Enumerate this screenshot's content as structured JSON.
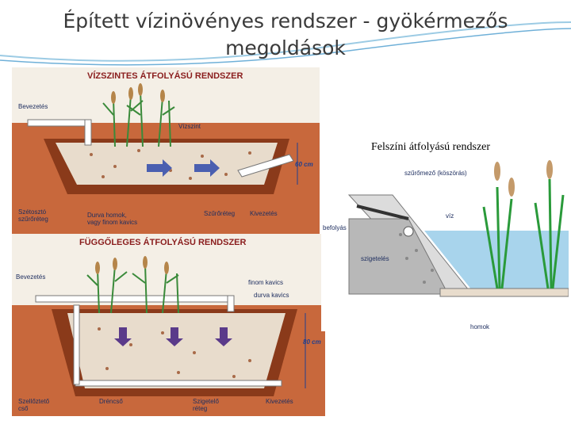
{
  "slide": {
    "title_line1": "Épített vízinövényes rendszer - gyökérmezős",
    "title_line2": "megoldások"
  },
  "horizontal": {
    "header": "VÍZSZINTES ÁTFOLYÁSÚ RENDSZER",
    "inlet": "Bevezetés",
    "water_level": "Vízszint",
    "depth": "60 cm",
    "distributor": "Szétosztó\nszűrőréteg",
    "sand": "Durva homok,\nvagy finom kavics",
    "filter_layer": "Szűrőréteg",
    "outlet": "Kivezetés"
  },
  "vertical": {
    "header": "FÜGGŐLEGES ÁTFOLYÁSÚ RENDSZER",
    "inlet": "Bevezetés",
    "fine_gravel": "finom kavics",
    "coarse_gravel": "durva kavics",
    "depth": "80 cm",
    "vent_pipe": "Szellőztető\ncső",
    "drain_pipe": "Dréncső",
    "insulation": "Szigetelő\nréteg",
    "outlet": "Kivezetés"
  },
  "surface": {
    "header": "Felszíni átfolyású rendszer",
    "filter_field": "szűrőmező (köszörás)",
    "water": "víz",
    "inflow": "befolyás",
    "insulation": "szigetelés",
    "sand": "homok"
  },
  "colors": {
    "soil_dark": "#8a3a1a",
    "soil_light": "#c8683c",
    "gravel": "#e8dccc",
    "water": "#a8d4ec",
    "plant_green": "#2a9a3a"
  }
}
